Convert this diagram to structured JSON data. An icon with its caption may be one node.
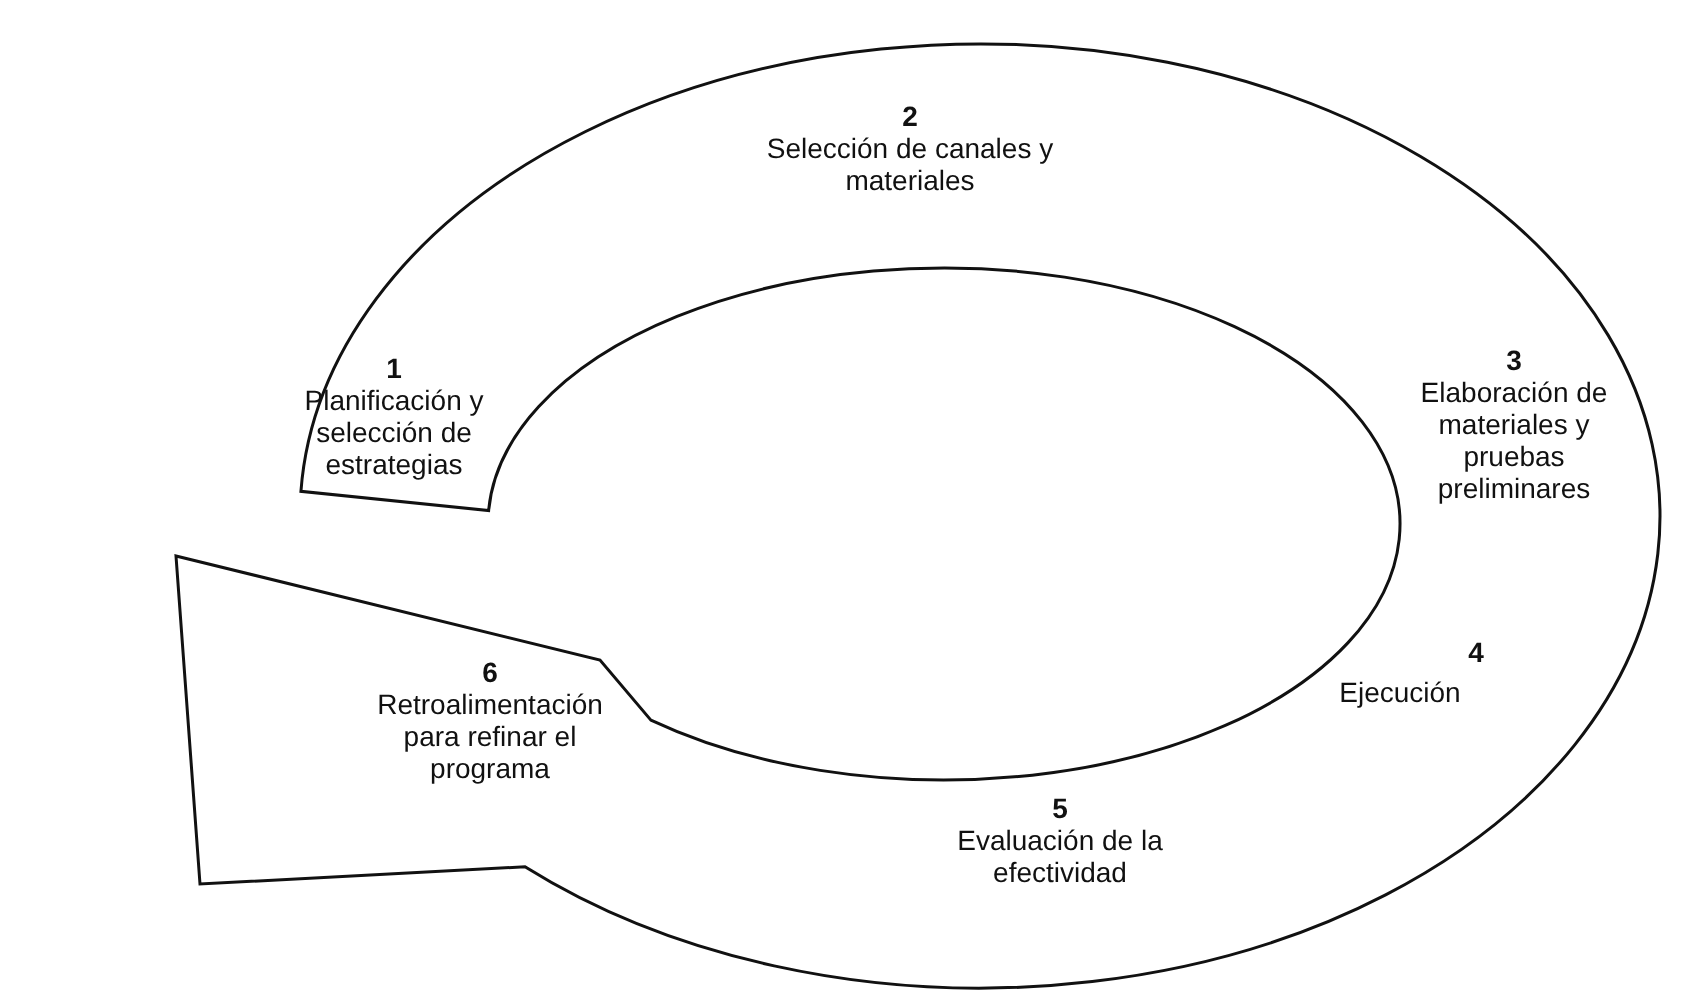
{
  "diagram": {
    "nodes": [
      {
        "text": [
          "1",
          "Planificación y selección de estrategias",
          "2",
          "Selección de canales y materiales",
          "3",
          "Elaboración de materiales y pruebas preliminares",
          "4",
          "Ejecución",
          "5",
          "Evaluación de la efectividad",
          "6",
          "Retroalimentación para refinar el programa"
        ]
      }
    ]
  }
}
